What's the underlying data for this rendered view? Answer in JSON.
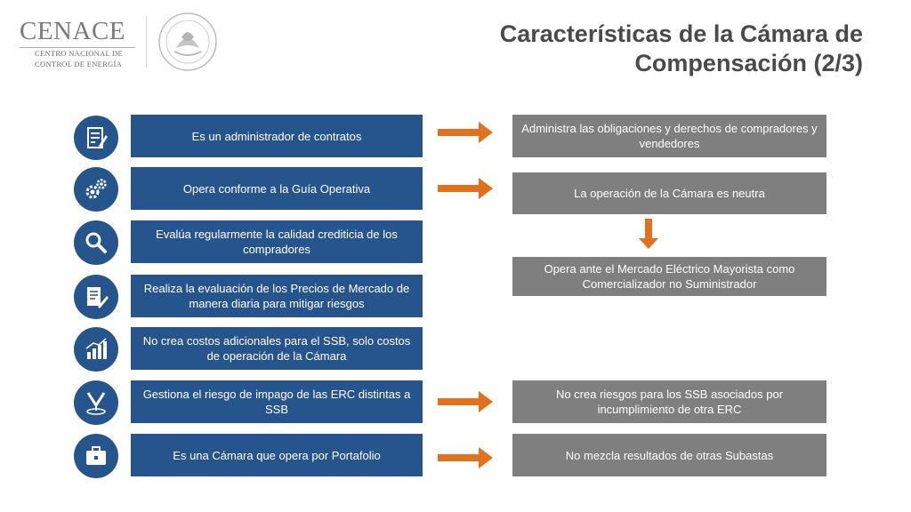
{
  "header": {
    "logo_title": "CENACE",
    "logo_subtitle_line1": "CENTRO NACIONAL DE",
    "logo_subtitle_line2": "CONTROL DE ENERGÍA",
    "title_line1": "Características de la Cámara de",
    "title_line2": "Compensación (2/3)"
  },
  "rows": [
    {
      "icon": "contract-document-icon",
      "text": "Es un administrador de contratos"
    },
    {
      "icon": "gears-icon",
      "text": "Opera conforme a la Guía Operativa"
    },
    {
      "icon": "magnifier-icon",
      "text": "Evalúa regularmente la calidad crediticia de los compradores"
    },
    {
      "icon": "document-pencil-icon",
      "text": "Realiza la evaluación de los Precios de Mercado de manera diaria para mitigar riesgos"
    },
    {
      "icon": "bar-chart-growth-icon",
      "text": "No crea costos adicionales para el SSB, solo costos de operación de la Cámara"
    },
    {
      "icon": "risk-target-icon",
      "text": "Gestiona el riesgo de impago de las ERC distintas a SSB"
    },
    {
      "icon": "briefcase-icon",
      "text": "Es una Cámara que opera por Portafolio"
    }
  ],
  "results": [
    {
      "text": "Administra las obligaciones y derechos de compradores y vendedores"
    },
    {
      "text": "La operación de la Cámara es neutra"
    },
    {
      "text": "Opera ante el Mercado Eléctrico Mayorista como Comercializador no Suministrador"
    },
    {
      "text": "No crea riesgos para los SSB asociados por incumplimiento de otra ERC"
    },
    {
      "text": "No mezcla resultados de otras Subastas"
    }
  ],
  "colors": {
    "blue": "#26548c",
    "gray": "#7f7f7f",
    "arrow": "#e2711d",
    "title": "#4a4a4a"
  }
}
